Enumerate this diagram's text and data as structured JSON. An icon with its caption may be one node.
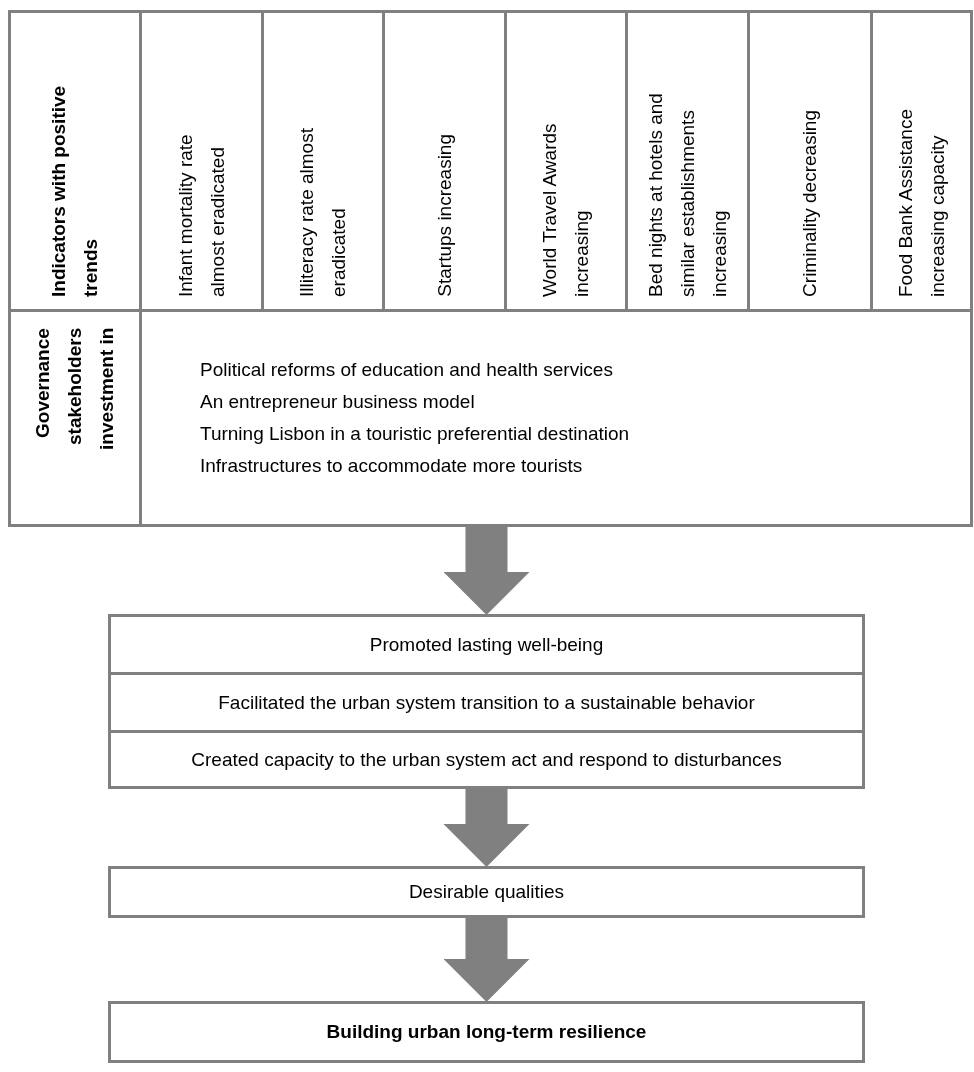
{
  "diagram": {
    "nodes": [
      {
        "text": [
          "Indicators with positive trends"
        ]
      },
      {
        "text": [
          "Infant mortality rate almost eradicated"
        ]
      },
      {
        "text": [
          "Illiteracy rate almost eradicated"
        ]
      },
      {
        "text": [
          "Startups increasing"
        ]
      },
      {
        "text": [
          "World Travel Awards increasing"
        ]
      },
      {
        "text": [
          "Bed nights at hotels and similar establishments increasing"
        ]
      },
      {
        "text": [
          "Criminality decreasing"
        ]
      },
      {
        "text": [
          "Food Bank Assistance increasing capacity"
        ]
      },
      {
        "text": [
          "Governance stakeholders investment in"
        ]
      },
      {
        "text": [
          "Political reforms of education and health services",
          "An entrepreneur business model",
          "Turning Lisbon in a touristic preferential destination",
          "Infrastructures to accommodate more tourists"
        ]
      },
      {
        "text": [
          "Promoted lasting well-being"
        ]
      },
      {
        "text": [
          "Facilitated the urban system transition to a sustainable behavior"
        ]
      },
      {
        "text": [
          "Created capacity to the urban system act and respond to disturbances"
        ]
      },
      {
        "text": [
          "Desirable qualities"
        ]
      },
      {
        "text": [
          "Building urban long-term resilience"
        ]
      }
    ],
    "edges": [
      {
        "from": 9,
        "to": 10,
        "arrow": "to"
      },
      {
        "from": 12,
        "to": 13,
        "arrow": "to"
      },
      {
        "from": 13,
        "to": 14,
        "arrow": "to"
      }
    ]
  }
}
